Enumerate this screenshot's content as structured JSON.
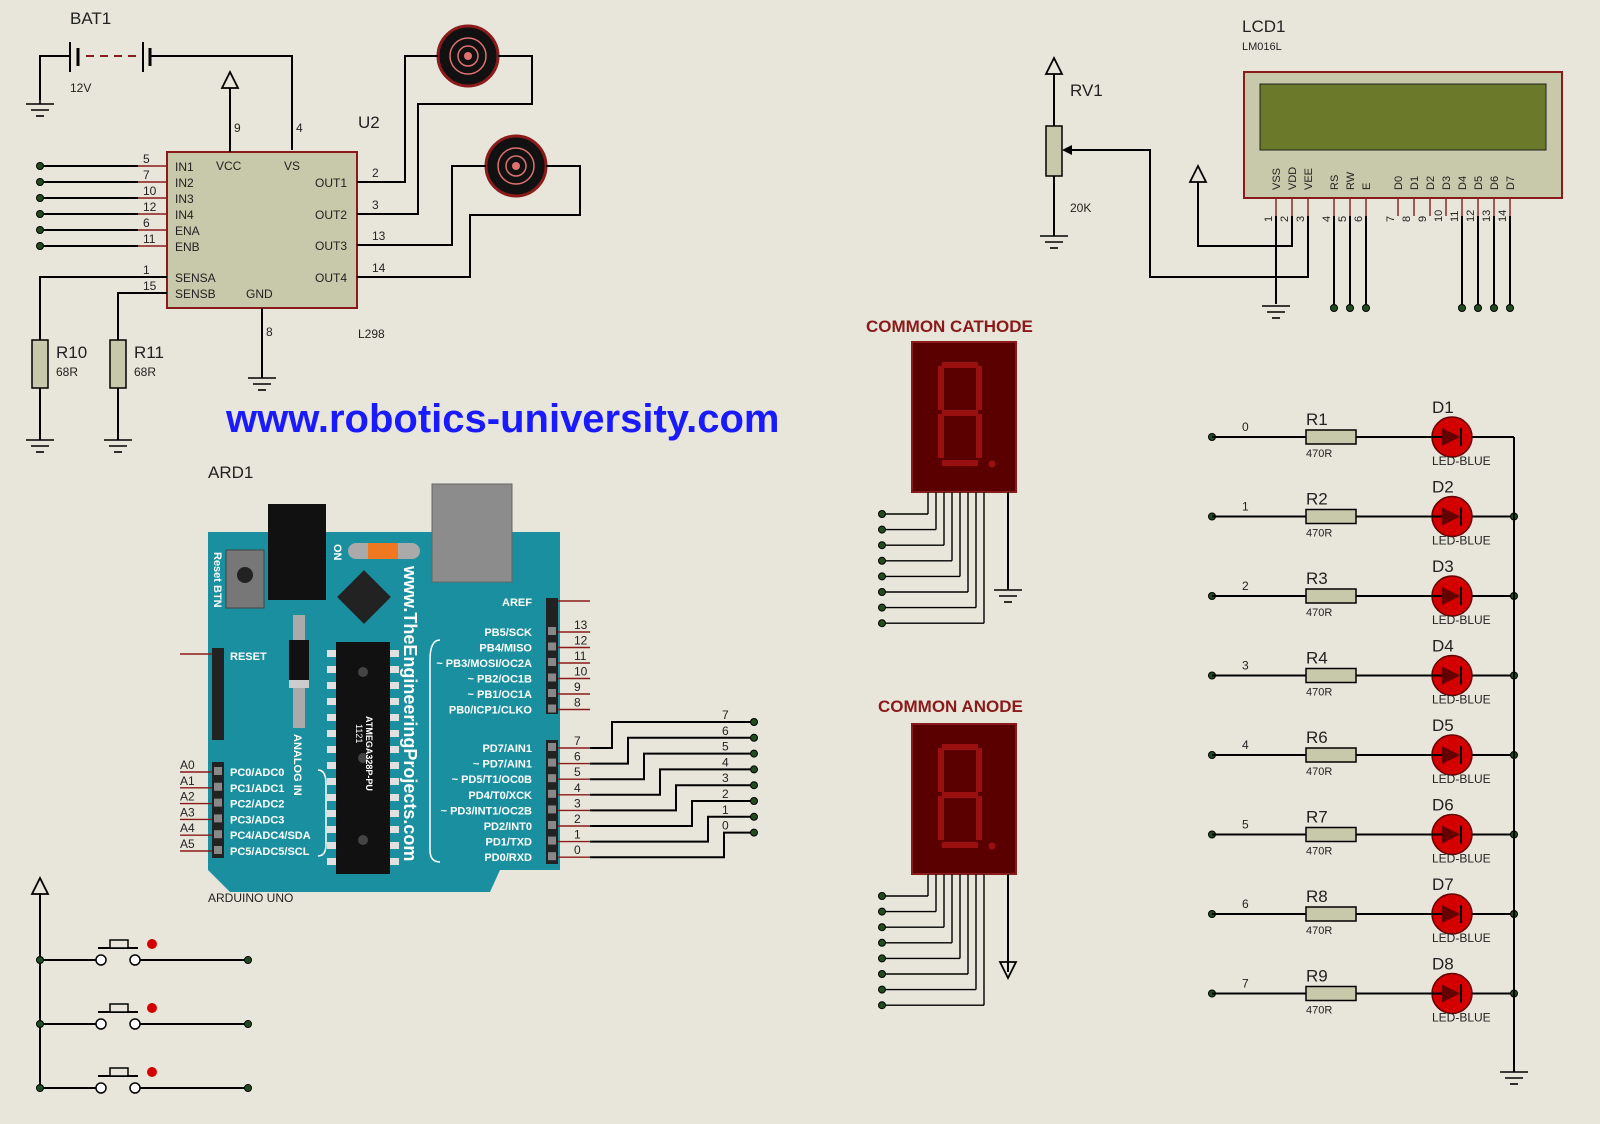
{
  "battery": {
    "ref": "BAT1",
    "value": "12V"
  },
  "driver": {
    "ref": "U2",
    "part": "L298",
    "pins_left": [
      {
        "num": "5",
        "name": "IN1"
      },
      {
        "num": "7",
        "name": "IN2"
      },
      {
        "num": "10",
        "name": "IN3"
      },
      {
        "num": "12",
        "name": "IN4"
      },
      {
        "num": "6",
        "name": "ENA"
      },
      {
        "num": "11",
        "name": "ENB"
      },
      {
        "num": "1",
        "name": "SENSA"
      },
      {
        "num": "15",
        "name": "SENSB"
      }
    ],
    "pins_right": [
      {
        "num": "2",
        "name": "OUT1"
      },
      {
        "num": "3",
        "name": "OUT2"
      },
      {
        "num": "13",
        "name": "OUT3"
      },
      {
        "num": "14",
        "name": "OUT4"
      }
    ],
    "vcc": {
      "num": "9",
      "name": "VCC"
    },
    "vs": {
      "num": "4",
      "name": "VS"
    },
    "gnd": {
      "num": "8",
      "name": "GND"
    }
  },
  "sense_resistors": [
    {
      "ref": "R10",
      "value": "68R"
    },
    {
      "ref": "R11",
      "value": "68R"
    }
  ],
  "watermark": "www.robotics-university.com",
  "arduino": {
    "ref": "ARD1",
    "part": "ARDUINO UNO",
    "board_text": "www.TheEngineeringProjects.com",
    "reset_btn": "Reset BTN",
    "on_label": "ON",
    "analog_label": "ANALOG IN",
    "chip_text": "ATMEGA328P-PU",
    "chip_code": "1121",
    "aref": "AREF",
    "reset": "RESET",
    "pb_pins": [
      {
        "name": "PB5/SCK",
        "num": "13"
      },
      {
        "name": "PB4/MISO",
        "num": "12"
      },
      {
        "name": "~ PB3/MOSI/OC2A",
        "num": "11"
      },
      {
        "name": "~ PB2/OC1B",
        "num": "10"
      },
      {
        "name": "~ PB1/OC1A",
        "num": "9"
      },
      {
        "name": "PB0/ICP1/CLKO",
        "num": "8"
      }
    ],
    "pd_pins": [
      {
        "name": "PD7/AIN1",
        "num": "7"
      },
      {
        "name": "~ PD7/AIN1",
        "num": "6"
      },
      {
        "name": "~ PD5/T1/OC0B",
        "num": "5"
      },
      {
        "name": "PD4/T0/XCK",
        "num": "4"
      },
      {
        "name": "~ PD3/INT1/OC2B",
        "num": "3"
      },
      {
        "name": "PD2/INT0",
        "num": "2"
      },
      {
        "name": "PD1/TXD",
        "num": "1"
      },
      {
        "name": "PD0/RXD",
        "num": "0"
      }
    ],
    "pc_pins": [
      {
        "name": "PC0/ADC0",
        "num": "A0"
      },
      {
        "name": "PC1/ADC1",
        "num": "A1"
      },
      {
        "name": "PC2/ADC2",
        "num": "A2"
      },
      {
        "name": "PC3/ADC3",
        "num": "A3"
      },
      {
        "name": "PC4/ADC4/SDA",
        "num": "A4"
      },
      {
        "name": "PC5/ADC5/SCL",
        "num": "A5"
      }
    ],
    "digital_out_labels": [
      "7",
      "6",
      "5",
      "4",
      "3",
      "2",
      "1",
      "0"
    ]
  },
  "potentiometer": {
    "ref": "RV1",
    "value": "20K"
  },
  "lcd": {
    "ref": "LCD1",
    "part": "LM016L",
    "pins": [
      {
        "name": "VSS",
        "num": "1"
      },
      {
        "name": "VDD",
        "num": "2"
      },
      {
        "name": "VEE",
        "num": "3"
      },
      {
        "name": "RS",
        "num": "4"
      },
      {
        "name": "RW",
        "num": "5"
      },
      {
        "name": "E",
        "num": "6"
      },
      {
        "name": "D0",
        "num": "7"
      },
      {
        "name": "D1",
        "num": "8"
      },
      {
        "name": "D2",
        "num": "9"
      },
      {
        "name": "D3",
        "num": "10"
      },
      {
        "name": "D4",
        "num": "11"
      },
      {
        "name": "D5",
        "num": "12"
      },
      {
        "name": "D6",
        "num": "13"
      },
      {
        "name": "D7",
        "num": "14"
      }
    ]
  },
  "seven_segment": [
    {
      "title": "COMMON CATHODE"
    },
    {
      "title": "COMMON ANODE"
    }
  ],
  "led_rows": [
    {
      "net": "0",
      "res": "R1",
      "res_val": "470R",
      "led": "D1",
      "led_val": "LED-BLUE"
    },
    {
      "net": "1",
      "res": "R2",
      "res_val": "470R",
      "led": "D2",
      "led_val": "LED-BLUE"
    },
    {
      "net": "2",
      "res": "R3",
      "res_val": "470R",
      "led": "D3",
      "led_val": "LED-BLUE"
    },
    {
      "net": "3",
      "res": "R4",
      "res_val": "470R",
      "led": "D4",
      "led_val": "LED-BLUE"
    },
    {
      "net": "4",
      "res": "R6",
      "res_val": "470R",
      "led": "D5",
      "led_val": "LED-BLUE"
    },
    {
      "net": "5",
      "res": "R7",
      "res_val": "470R",
      "led": "D6",
      "led_val": "LED-BLUE"
    },
    {
      "net": "6",
      "res": "R8",
      "res_val": "470R",
      "led": "D7",
      "led_val": "LED-BLUE"
    },
    {
      "net": "7",
      "res": "R9",
      "res_val": "470R",
      "led": "D8",
      "led_val": "LED-BLUE"
    }
  ],
  "colors": {
    "background": "#e8e6da",
    "wire": "#000000",
    "component_outline": "#8b1a1a",
    "arduino": "#1a8fa0",
    "watermark": "#1a1aff",
    "seg_title": "#8b1a1a",
    "led": "#d40000"
  }
}
